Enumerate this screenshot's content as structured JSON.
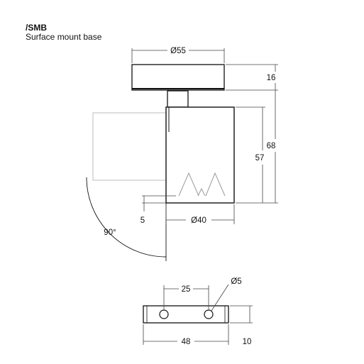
{
  "header": {
    "code": "/SMB",
    "description": "Surface mount base"
  },
  "dimensions": {
    "base_diameter": "Ø55",
    "base_height": "16",
    "overall_height": "68",
    "body_height": "57",
    "offset": "5",
    "body_diameter": "Ø40",
    "rotation": "90°",
    "hole_spacing": "25",
    "hole_diameter": "Ø5",
    "plate_length": "48",
    "plate_height": "10"
  }
}
